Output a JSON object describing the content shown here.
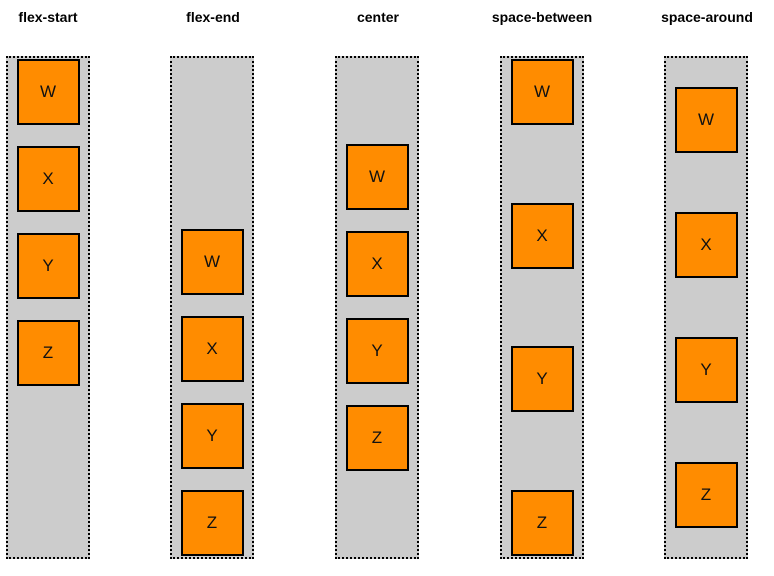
{
  "theme": {
    "box_color": "#ff8c00",
    "container_color": "#cccccc"
  },
  "columns": [
    {
      "label": "flex-start",
      "items": [
        "W",
        "X",
        "Y",
        "Z"
      ]
    },
    {
      "label": "flex-end",
      "items": [
        "W",
        "X",
        "Y",
        "Z"
      ]
    },
    {
      "label": "center",
      "items": [
        "W",
        "X",
        "Y",
        "Z"
      ]
    },
    {
      "label": "space-between",
      "items": [
        "W",
        "X",
        "Y",
        "Z"
      ]
    },
    {
      "label": "space-around",
      "items": [
        "W",
        "X",
        "Y",
        "Z"
      ]
    }
  ]
}
